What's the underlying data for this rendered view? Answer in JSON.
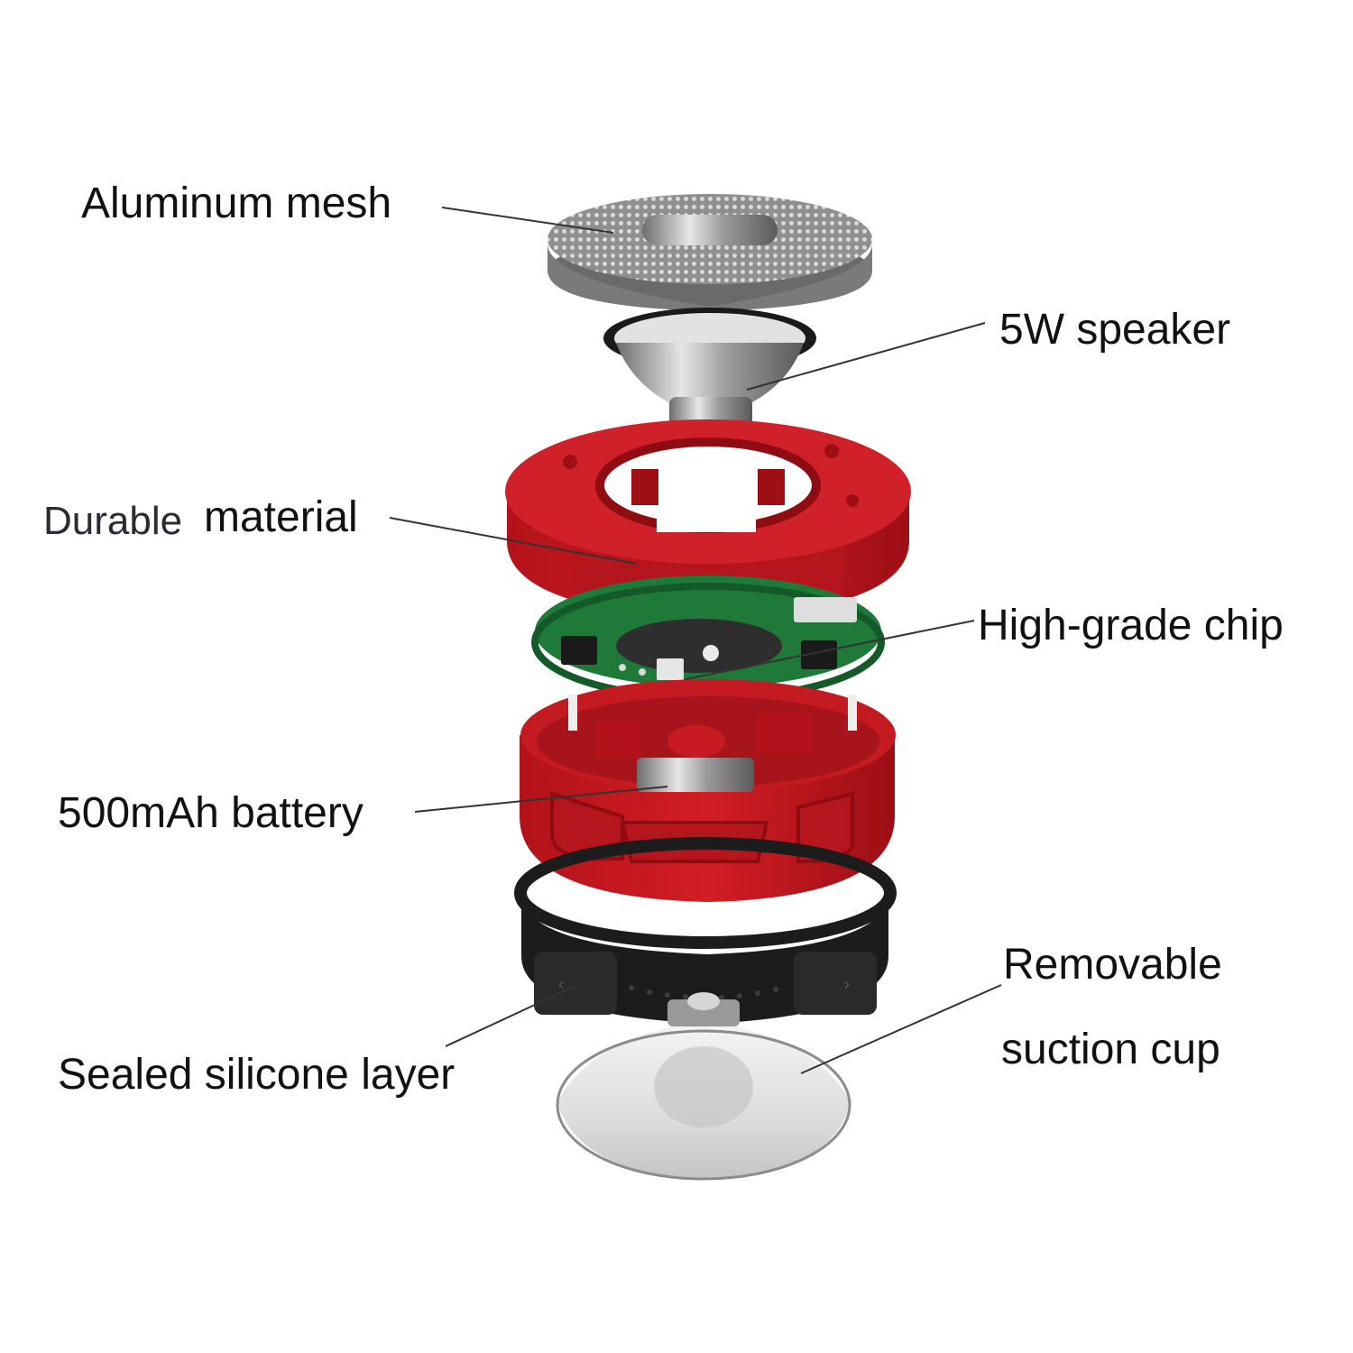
{
  "labels": {
    "aluminum_mesh": "Aluminum mesh",
    "speaker": "5W speaker",
    "durable": "Durable",
    "material": "material",
    "chip": "High-grade chip",
    "battery": "500mAh battery",
    "removable": "Removable",
    "suction_cup": "suction cup",
    "silicone_layer": "Sealed silicone layer"
  },
  "colors": {
    "shell_red": "#c8161d",
    "shell_red_dark": "#8f0d12",
    "pcb_green": "#1f7a3a",
    "band_black": "#1c1c1c",
    "mesh_gray": "#a7a7a7",
    "leader_line": "#333333"
  }
}
